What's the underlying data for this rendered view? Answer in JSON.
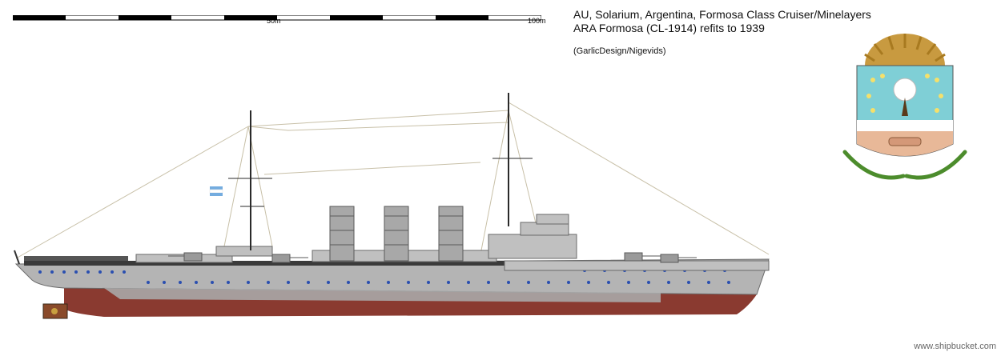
{
  "scale": {
    "mark_50": "50m",
    "mark_100": "100m"
  },
  "title": {
    "line1": "AU, Solarium, Argentina, Formosa Class Cruiser/Minelayers",
    "line2": "ARA Formosa (CL-1914) refits to 1939",
    "credit": "(GarlicDesign/Nigevids)"
  },
  "watermark": "www.shipbucket.com",
  "colors": {
    "hull_grey": "#b4b4b4",
    "hull_red": "#8a3a30",
    "deck_dark": "#3a3a3a",
    "porthole_blue": "#2a4fb0",
    "rigging": "#c8c0a8",
    "crest_sky": "#7fcfd6",
    "crest_sun": "#c89a40",
    "crest_green": "#4c8c2c",
    "flag_blue": "#74acdf"
  },
  "icons": {
    "ship": "ship-profile-drawing",
    "crest": "formosa-province-coat-of-arms",
    "flag": "argentina-flag-icon"
  }
}
